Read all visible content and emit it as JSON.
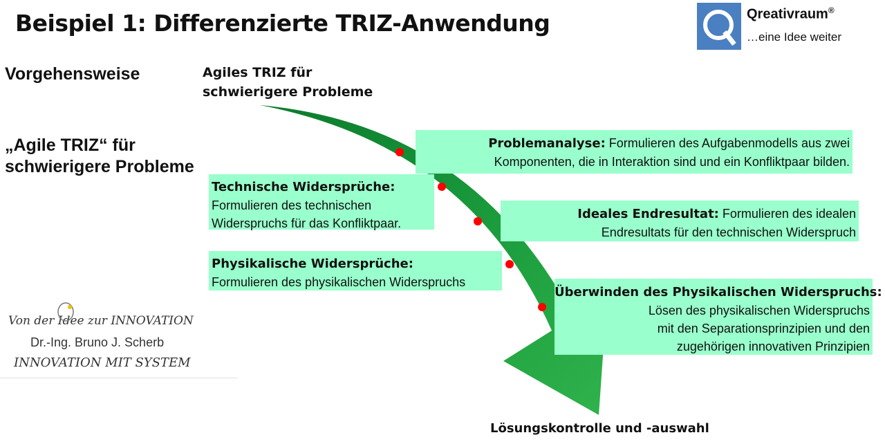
{
  "title": "Beispiel 1: Differenzierte TRIZ-Anwendung",
  "logo": {
    "letter": "Q",
    "brand": "Qreativraum",
    "registered": "®",
    "tagline": "…eine Idee weiter"
  },
  "left": {
    "heading": "Vorgehensweise",
    "subheading_line1": "„Agile TRIZ“ für",
    "subheading_line2": "schwierigere Probleme"
  },
  "arrow": {
    "start_line1": "Agiles TRIZ für",
    "start_line2": "schwierigere Probleme",
    "end_label": "Lösungskontrolle und -auswahl"
  },
  "steps": {
    "problemanalyse": {
      "title": "Problemanalyse:",
      "text1": " Formulieren des Aufgabenmodells aus zwei",
      "text2": "Komponenten, die in Interaktion sind und ein Konfliktpaar bilden."
    },
    "technisch": {
      "title": "Technische Widersprüche:",
      "text1": "Formulieren des technischen",
      "text2": "Widerspruchs für das Konfliktpaar."
    },
    "ideal": {
      "title": "Ideales Endresultat:",
      "text1": " Formulieren des idealen",
      "text2": "Endresultats für den technischen Widerspruch"
    },
    "physikalisch": {
      "title": "Physikalische Widersprüche:",
      "text1": "Formulieren des physikalischen Widerspruchs"
    },
    "ueberwinden": {
      "title": "Überwinden des Physikalischen Widerspruchs:",
      "text1": "Lösen des physikalischen Widerspruchs",
      "text2": "mit den Separationsprinzipien und den",
      "text3": "zugehörigen innovativen Prinzipien"
    }
  },
  "signature": {
    "line1a": "Von der",
    "line1b": "Idee",
    "line1c": "zur INNOVATION",
    "line2": "Dr.-Ing. Bruno J. Scherb",
    "line3": "INNOVATION MIT SYSTEM"
  },
  "colors": {
    "box": "#99ffcc",
    "arrow_dark": "#0b7a2c",
    "arrow_light": "#27b34a",
    "dot": "#ff0000",
    "logo": "#4a7fc1"
  }
}
